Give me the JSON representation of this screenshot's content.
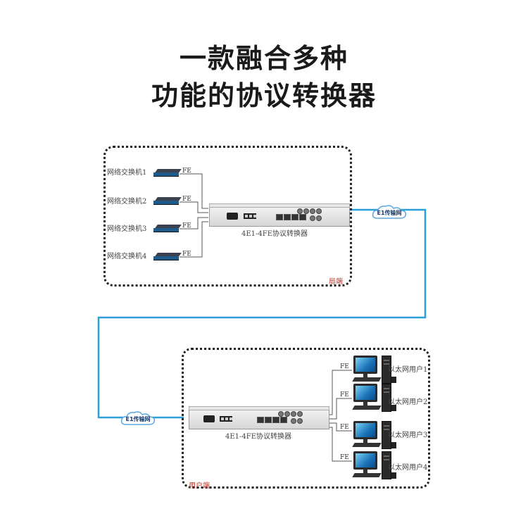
{
  "title": {
    "line1": "一款融合多种",
    "line2": "功能的协议转换器"
  },
  "local": {
    "label": "局端",
    "device_label": "4E1-4FE协议转换器",
    "switches": [
      {
        "name": "网络交换机1",
        "port": "FE"
      },
      {
        "name": "网络交换机2",
        "port": "FE"
      },
      {
        "name": "网络交换机3",
        "port": "FE"
      },
      {
        "name": "网络交换机4",
        "port": "FE"
      }
    ]
  },
  "user": {
    "label": "用户端",
    "device_label": "4E1-4FE协议转换器",
    "clients": [
      {
        "name": "以太网用户1",
        "port": "FE"
      },
      {
        "name": "以太网用户2",
        "port": "FE"
      },
      {
        "name": "以太网用户3",
        "port": "FE"
      },
      {
        "name": "以太网用户4",
        "port": "FE"
      }
    ]
  },
  "network": {
    "cloud_top": "E1传输网",
    "cloud_bottom": "E1传输网"
  },
  "colors": {
    "link": "#2a9fd8",
    "box_border": "#222222",
    "label_red": "#c0392b"
  }
}
